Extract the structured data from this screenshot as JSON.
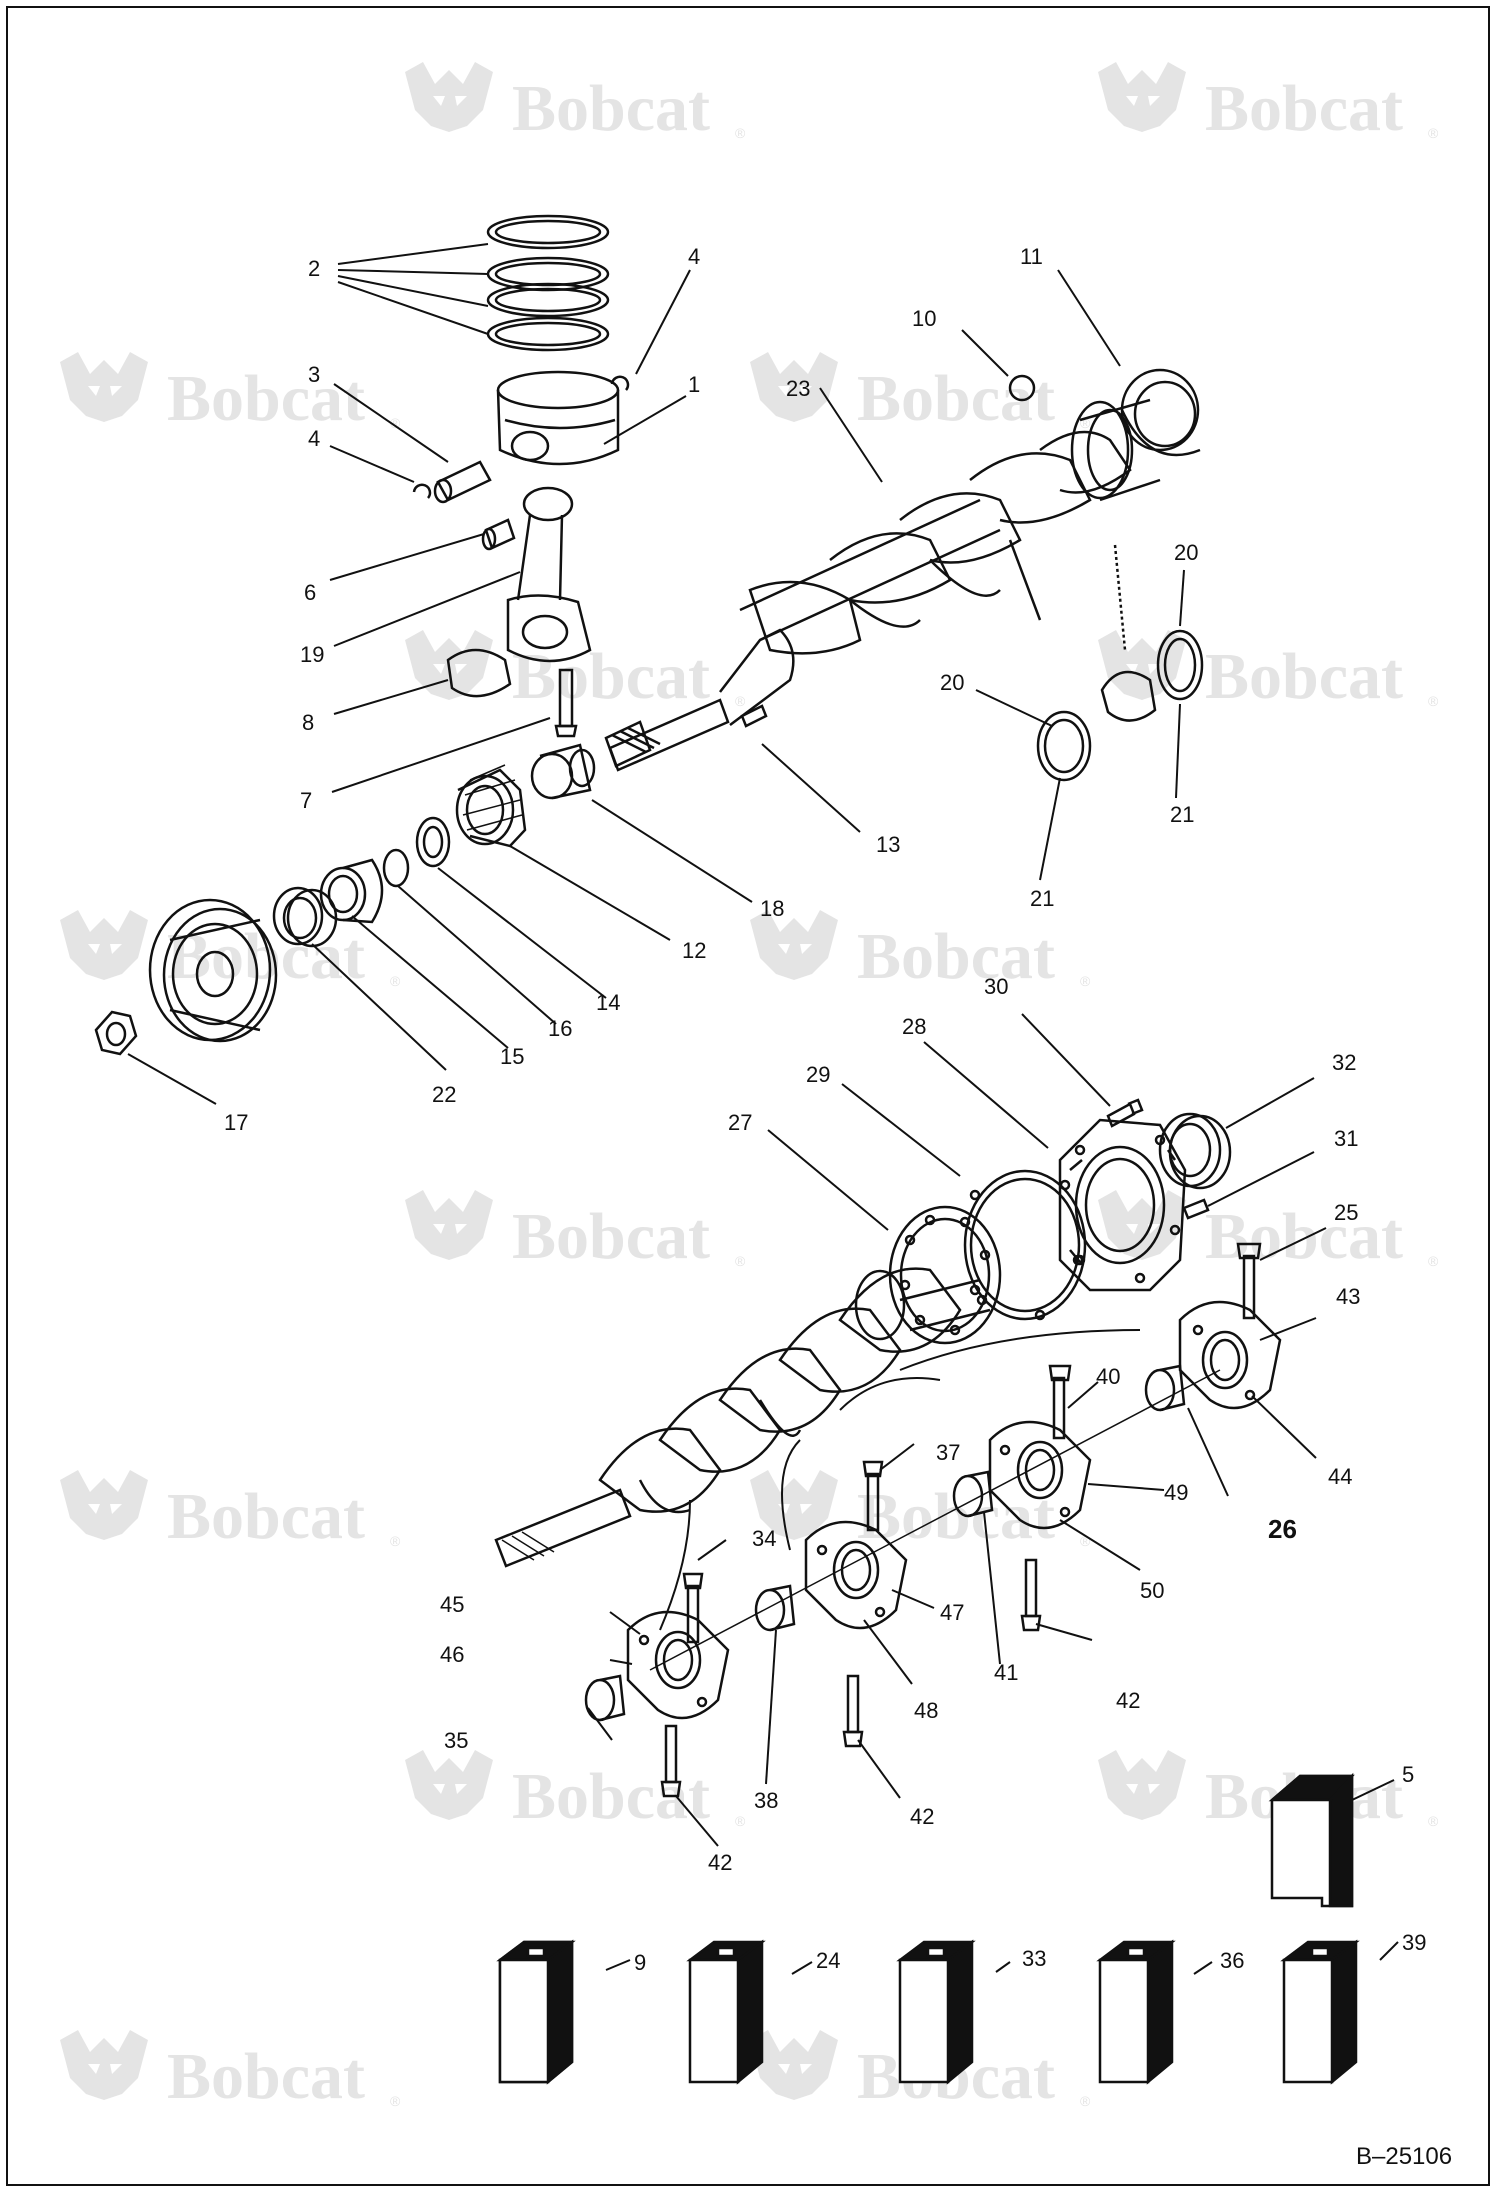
{
  "watermark": {
    "brand": "Bobcat",
    "reg": "®"
  },
  "figure_ref": "B–25106",
  "callouts": {
    "n1": "1",
    "n2": "2",
    "n3": "3",
    "n4a": "4",
    "n4b": "4",
    "n5": "5",
    "n6": "6",
    "n7": "7",
    "n8": "8",
    "n9": "9",
    "n10": "10",
    "n11": "11",
    "n12": "12",
    "n13": "13",
    "n14": "14",
    "n15": "15",
    "n16": "16",
    "n17": "17",
    "n18": "18",
    "n19": "19",
    "n20a": "20",
    "n20b": "20",
    "n21a": "21",
    "n21b": "21",
    "n22": "22",
    "n23": "23",
    "n24": "24",
    "n25": "25",
    "n26": "26",
    "n27": "27",
    "n28": "28",
    "n29": "29",
    "n30": "30",
    "n31": "31",
    "n32": "32",
    "n33": "33",
    "n34": "34",
    "n35": "35",
    "n36": "36",
    "n37": "37",
    "n38": "38",
    "n39": "39",
    "n40": "40",
    "n41": "41",
    "n42a": "42",
    "n42b": "42",
    "n42c": "42",
    "n43": "43",
    "n44": "44",
    "n45": "45",
    "n46": "46",
    "n47": "47",
    "n48": "48",
    "n49": "49",
    "n50": "50"
  },
  "colors": {
    "line": "#111111",
    "watermark": "#e4e4e4",
    "background": "#ffffff"
  }
}
